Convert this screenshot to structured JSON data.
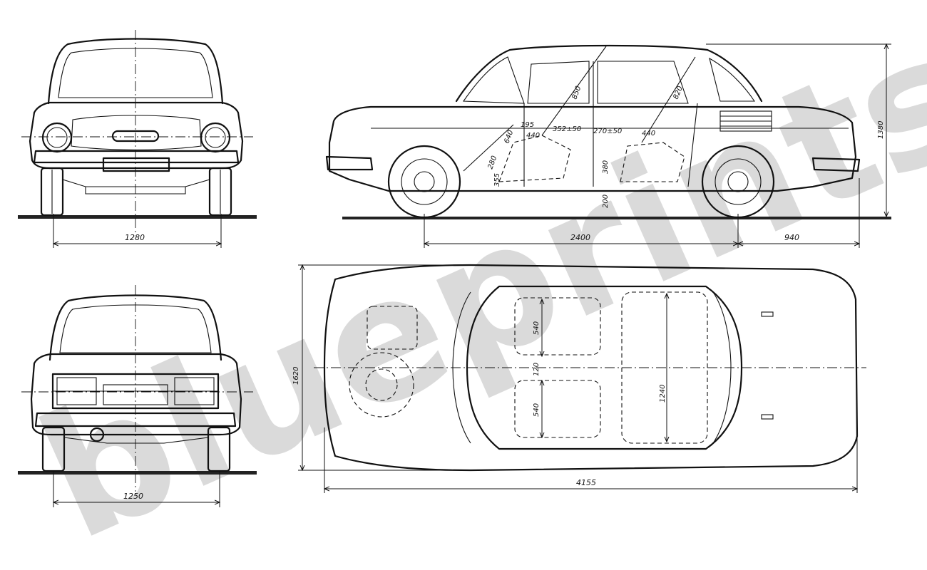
{
  "watermark": {
    "text": "blueprints.ru"
  },
  "dimensions": {
    "front_track": "1280",
    "rear_track": "1250",
    "wheelbase": "2400",
    "rear_overhang": "940",
    "height": "1380",
    "width": "1620",
    "length": "4155",
    "interior": {
      "headroom_front": "850",
      "headroom_rear": "820",
      "seat_front_h": "195",
      "seat_front_len": "440",
      "leg_front": "640",
      "pedal_h": "280",
      "floor_front": "355",
      "seat_adjust": "352±50",
      "seat_rear_adjust": "270±50",
      "seat_rear_len": "440",
      "seat_rear_h": "380",
      "ground_clearance": "200",
      "seat_width_left": "540",
      "seat_gap": "120",
      "seat_width_right": "540",
      "rear_seat_width": "1240"
    }
  }
}
